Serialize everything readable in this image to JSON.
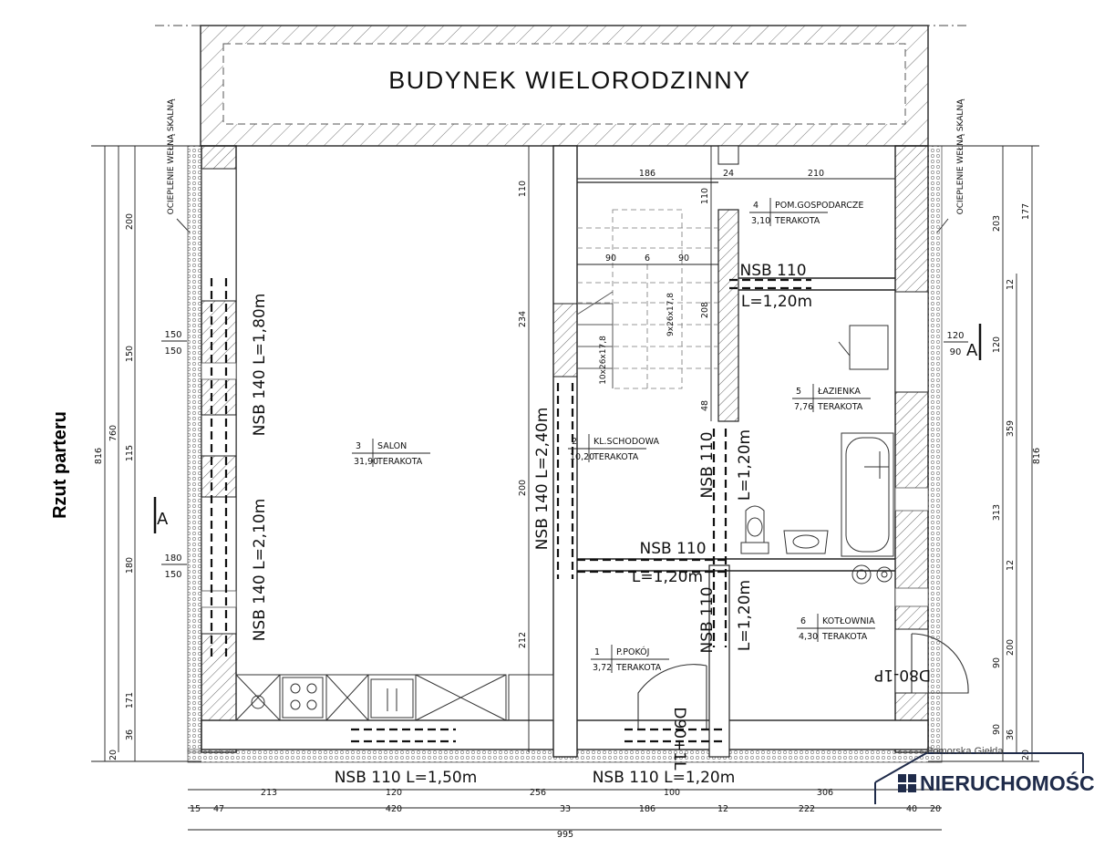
{
  "building_label": "BUDYNEK WIELORODZINNY",
  "side_title": "Rzut parteru",
  "insulation_note": "OCIEPLENIE WEŁNĄ SKALNĄ",
  "rooms": [
    {
      "num": "1",
      "name": "P.POKÓJ",
      "area": "3,72",
      "finish": "TERAKOTA"
    },
    {
      "num": "2",
      "name": "KL.SCHODOWA",
      "area": "10,20",
      "finish": "TERAKOTA"
    },
    {
      "num": "3",
      "name": "SALON",
      "area": "31,90",
      "finish": "TERAKOTA"
    },
    {
      "num": "4",
      "name": "POM.GOSPODARCZE",
      "area": "3,10",
      "finish": "TERAKOTA"
    },
    {
      "num": "5",
      "name": "ŁAZIENKA",
      "area": "7,76",
      "finish": "TERAKOTA"
    },
    {
      "num": "6",
      "name": "KOTŁOWNIA",
      "area": "4,30",
      "finish": "TERAKOTA"
    }
  ],
  "lintels": {
    "salon_top": "NSB 140  L=1,80m",
    "salon_bottom": "NSB 140  L=2,10m",
    "salon_stair": "NSB 140  L=2,40m",
    "salon_front": "NSB 110  L=1,50m",
    "entry_front": "NSB 110  L=1,20m",
    "stair_bath_a": "NSB 110",
    "stair_bath_b": "L=1,20m",
    "hall_a": "NSB 110",
    "hall_b": "L=1,20m",
    "util_a": "NSB 110",
    "util_b": "L=1,20m",
    "boiler_a": "NSB 110",
    "boiler_b": "L=1,20m"
  },
  "windows": {
    "w1_top": "150",
    "w1_bottom": "150",
    "w2_top": "180",
    "w2_bottom": "150",
    "w3_top": "120",
    "w3_bottom": "90"
  },
  "section_marks": {
    "left": "A",
    "right": "A"
  },
  "doors": {
    "entry": "D90+1L",
    "boiler": "D80-1P"
  },
  "stairs": {
    "lower": "10x26x17,8",
    "upper": "9x26x17,8"
  },
  "dimensions": {
    "left_outer": "816",
    "left_mid": "760",
    "left_segments": [
      "200",
      "150",
      "115",
      "180",
      "171",
      "36",
      "20"
    ],
    "right_outer": "816",
    "right_mid": [
      "203",
      "177"
    ],
    "right_segments": [
      "359",
      "313",
      "200",
      "90",
      "90",
      "36",
      "20",
      "120",
      "12",
      "12"
    ],
    "stair_column": [
      "110",
      "234",
      "200",
      "212"
    ],
    "corridor_column": [
      "110",
      "208",
      "48"
    ],
    "stair_widths": [
      "90",
      "6",
      "90"
    ],
    "top_segments": [
      "186",
      "24",
      "210"
    ],
    "bottom_row1": [
      "213",
      "120",
      "256",
      "100",
      "306"
    ],
    "bottom_row2": [
      "15",
      "47",
      "420",
      "33",
      "186",
      "12",
      "222",
      "40",
      "20"
    ],
    "bottom_total": "995"
  },
  "logo": {
    "top_text": "Pomorska Giełda",
    "main_text": "NIERUCHOMOŚCI"
  }
}
